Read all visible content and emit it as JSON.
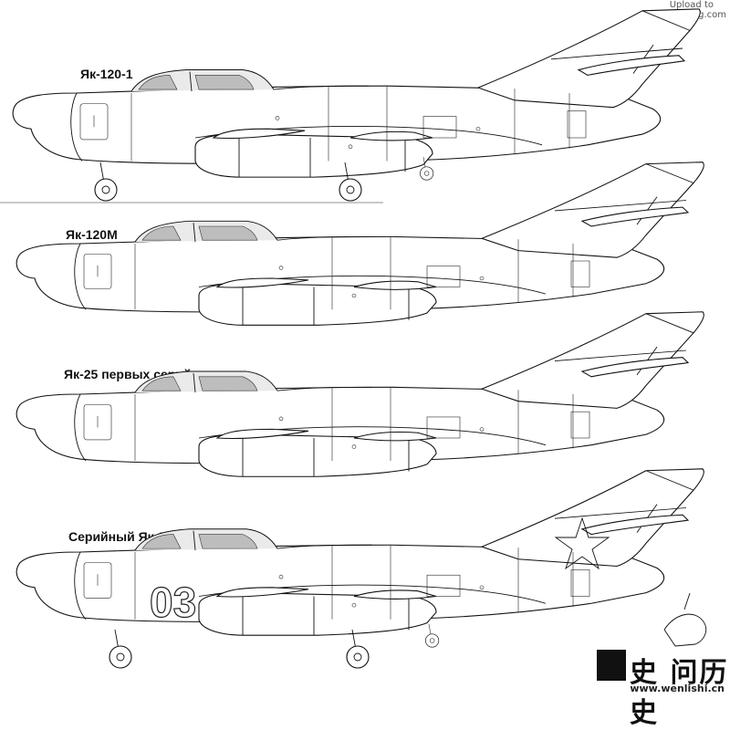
{
  "watermark_top": [
    "Upload to",
    "AFWing.com"
  ],
  "drawings": [
    {
      "id": "yak-120-1",
      "label": "Як-120-1"
    },
    {
      "id": "yak-120m",
      "label": "Як-120М"
    },
    {
      "id": "yak-25-early",
      "label": "Як-25 первых серий"
    },
    {
      "id": "yak-25m",
      "label": "Серийный Як-25М",
      "tail_number": "03",
      "star_marking": "red-star-icon"
    }
  ],
  "watermark_cn": "史 问历史",
  "watermark_url": "www.wenlishi.cn",
  "colors": {
    "line": "#111111",
    "background": "#ffffff",
    "canopy": "#eaeaea"
  }
}
